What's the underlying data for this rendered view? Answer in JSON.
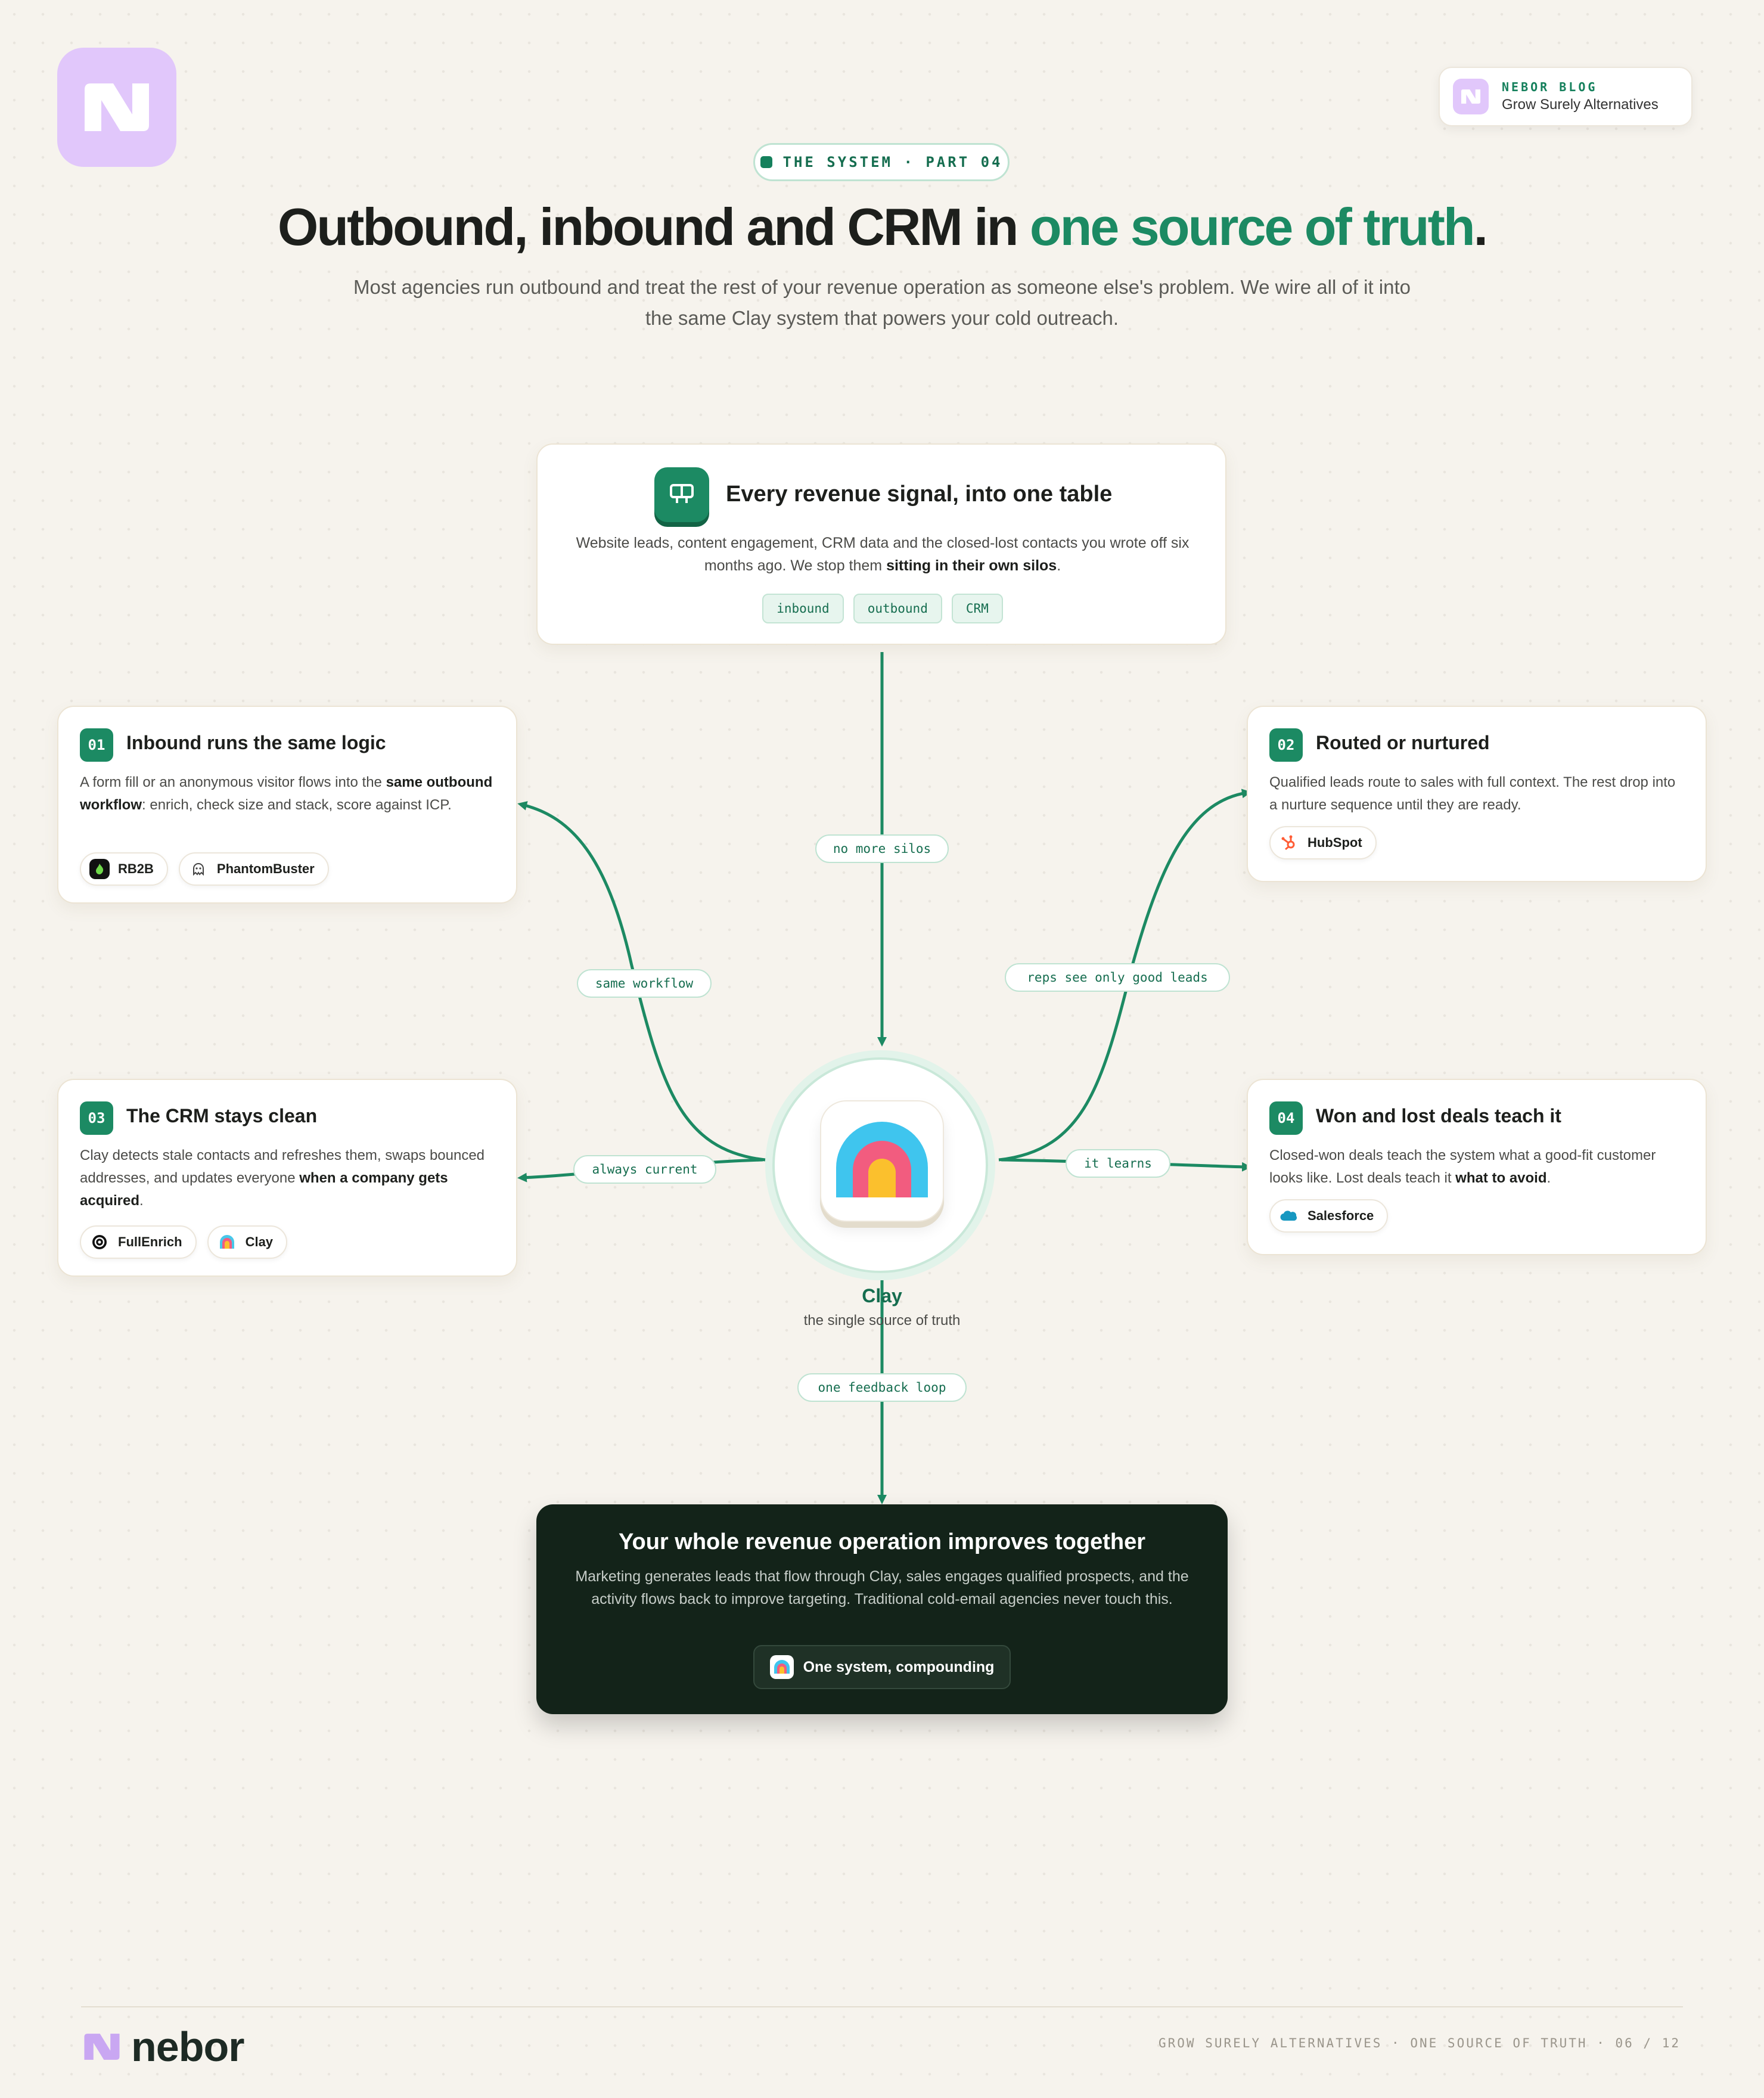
{
  "brand": {
    "blog_kicker": "NEBOR BLOG",
    "blog_sub": "Grow Surely Alternatives",
    "wordmark": "nebor",
    "accent": "#1c8a63",
    "logo_color": "#e1c7fb"
  },
  "section_pill": "THE SYSTEM · PART 04",
  "headline": {
    "main": "Outbound, inbound and CRM in ",
    "accent": "one source of truth",
    "end": "."
  },
  "subhead": "Most agencies run outbound and treat the rest of your revenue operation as someone else's problem. We wire all of it into the same Clay system that powers your cold outreach.",
  "top_card": {
    "icon": "table-icon",
    "title": "Every revenue signal, into one table",
    "body_start": "Website leads, content engagement, CRM data and the closed-lost contacts you wrote off six months ago. We stop them ",
    "body_bold": "sitting in their own silos",
    "body_end": ".",
    "tags": [
      "inbound",
      "outbound",
      "CRM"
    ]
  },
  "cards": [
    {
      "num": "01",
      "title": "Inbound runs the same logic",
      "body_1": "A form fill or an anonymous visitor flows into the ",
      "body_bold": "same outbound workflow",
      "body_2": ": enrich, check size and stack, score against ICP.",
      "tools": [
        {
          "name": "RB2B",
          "icon": "rb2b-icon"
        },
        {
          "name": "PhantomBuster",
          "icon": "phantombuster-icon"
        }
      ]
    },
    {
      "num": "02",
      "title": "Routed or nurtured",
      "body_1": "Qualified leads route to sales with full context. The rest drop into a nurture sequence until they are ready.",
      "body_bold": "",
      "body_2": "",
      "tools": [
        {
          "name": "HubSpot",
          "icon": "hubspot-icon"
        }
      ]
    },
    {
      "num": "03",
      "title": "The CRM stays clean",
      "body_1": "Clay detects stale contacts and refreshes them, swaps bounced addresses, and updates everyone ",
      "body_bold": "when a company gets acquired",
      "body_2": ".",
      "tools": [
        {
          "name": "FullEnrich",
          "icon": "fullenrich-icon"
        },
        {
          "name": "Clay",
          "icon": "clay-icon"
        }
      ]
    },
    {
      "num": "04",
      "title": "Won and lost deals teach it",
      "body_1": "Closed-won deals teach the system what a good-fit customer looks like. Lost deals teach it ",
      "body_bold": "what to avoid",
      "body_2": ".",
      "tools": [
        {
          "name": "Salesforce",
          "icon": "salesforce-icon"
        }
      ]
    }
  ],
  "connectors": {
    "top": "no more silos",
    "left_top": "same workflow",
    "right_top": "reps see only good leads",
    "left_bottom": "always current",
    "right_bottom": "it learns",
    "bottom": "one feedback loop"
  },
  "hub": {
    "name": "Clay",
    "sub": "the single source of truth",
    "icon": "clay-rainbow-icon"
  },
  "bottom_card": {
    "title": "Your whole revenue operation improves together",
    "body": "Marketing generates leads that flow through Clay, sales engages qualified prospects, and the activity flows back to improve targeting. Traditional cold-email agencies never touch this.",
    "button": "One system, compounding"
  },
  "footer": {
    "meta": "GROW SURELY ALTERNATIVES · ONE SOURCE OF TRUTH · 06 / 12"
  }
}
